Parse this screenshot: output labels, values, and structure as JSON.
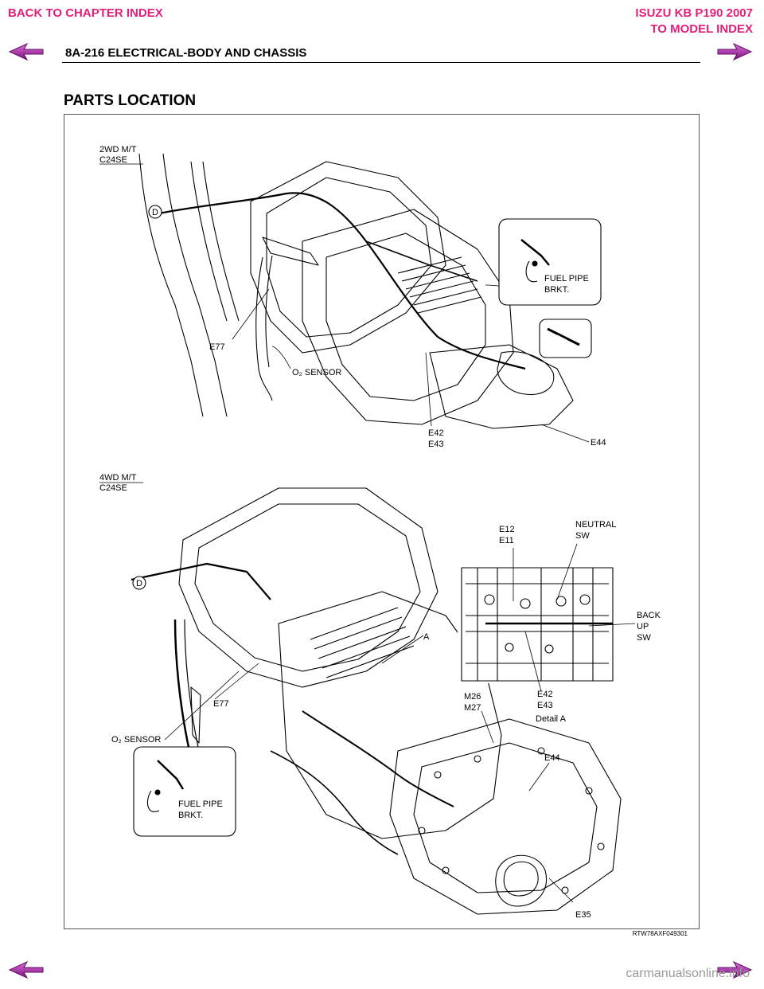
{
  "header": {
    "back_to_chapter": "BACK TO CHAPTER INDEX",
    "model_title": "ISUZU KB P190 2007",
    "to_model_index": "TO MODEL INDEX",
    "page_heading": "8A-216  ELECTRICAL-BODY AND CHASSIS",
    "link_color": "#e0207a"
  },
  "section": {
    "title": "PARTS LOCATION"
  },
  "figure": {
    "top": {
      "variant_line1": "2WD M/T",
      "variant_line2": "C24SE",
      "label_d": "D",
      "label_e77": "E77",
      "label_o2": "O₂ SENSOR",
      "label_fuel1": "FUEL PIPE",
      "label_fuel2": "BRKT.",
      "label_e42": "E42",
      "label_e43": "E43",
      "label_e44": "E44"
    },
    "bottom": {
      "variant_line1": "4WD M/T",
      "variant_line2": "C24SE",
      "label_d": "D",
      "label_a": "A",
      "label_e77": "E77",
      "label_o2": "O₂ SENSOR",
      "label_fuel1": "FUEL PIPE",
      "label_fuel2": "BRKT.",
      "label_e12": "E12",
      "label_e11": "E11",
      "label_neutral1": "NEUTRAL",
      "label_neutral2": "SW",
      "label_back1": "BACK",
      "label_back2": "UP",
      "label_back3": "SW",
      "label_e42": "E42",
      "label_e43": "E43",
      "label_detail": "Detail A",
      "label_m26": "M26",
      "label_m27": "M27",
      "label_e44": "E44",
      "label_e35": "E35"
    },
    "figure_code": "RTW78AXF049301"
  },
  "nav": {
    "prev_icon": "left-arrow-icon",
    "next_icon": "right-arrow-icon",
    "arrow_color": "#b020b0"
  },
  "footer": {
    "watermark": "carmanualsonline.info"
  }
}
